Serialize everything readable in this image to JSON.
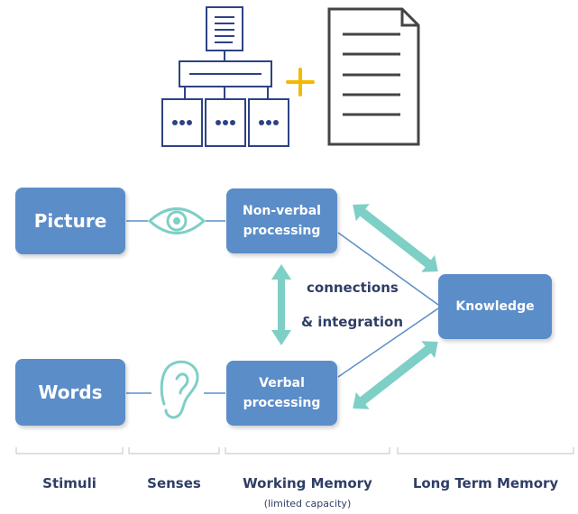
{
  "stimuli": {
    "picture": "Picture",
    "words": "Words"
  },
  "working_memory": {
    "nonverbal": [
      "Non-verbal",
      "processing"
    ],
    "verbal": [
      "Verbal",
      "processing"
    ]
  },
  "long_term": {
    "knowledge": "Knowledge"
  },
  "connections": {
    "line1": "connections",
    "line2": "& integration"
  },
  "columns": {
    "stimuli": "Stimuli",
    "senses": "Senses",
    "working_memory": "Working Memory",
    "working_memory_note": "(limited capacity)",
    "long_term_memory": "Long Term Memory"
  },
  "icons": {
    "top_left": "hierarchy-chart-icon",
    "plus": "plus-icon",
    "top_right": "document-icon",
    "eye": "eye-icon",
    "ear": "ear-icon"
  },
  "colors": {
    "box": "#5b8dc9",
    "arrow": "#7ecfc6",
    "text": "#2f3e66",
    "icon_navy": "#2d4384",
    "plus": "#f5b800",
    "doc": "#444444"
  }
}
